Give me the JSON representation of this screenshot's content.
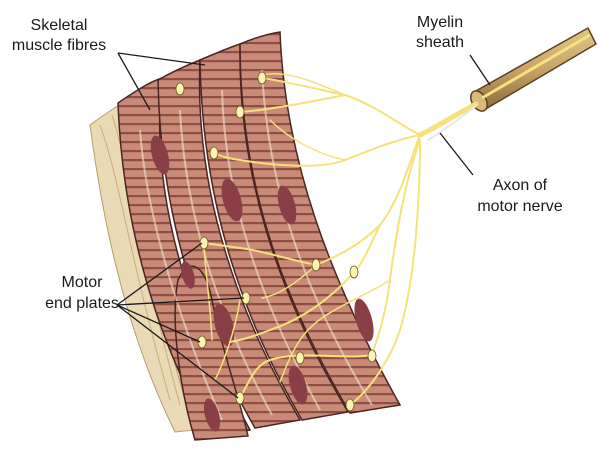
{
  "labels": {
    "skeletal_line1": "Skeletal",
    "skeletal_line2": "muscle fibres",
    "myelin_line1": "Myelin",
    "myelin_line2": "sheath",
    "axon_line1": "Axon of",
    "axon_line2": "motor nerve",
    "motor_line1": "Motor",
    "motor_line2": "end plates"
  },
  "colors": {
    "fibre_fill": "#c98a78",
    "fibre_stripe": "#8e4e45",
    "fibre_outline": "#4a2622",
    "nucleus": "#8a3f46",
    "nerve": "#f5e27a",
    "end_plate": "#fbf3b4",
    "myelin": "#c9a468",
    "tendon": "#ead9b5",
    "leader_line": "#1a1a1a"
  }
}
